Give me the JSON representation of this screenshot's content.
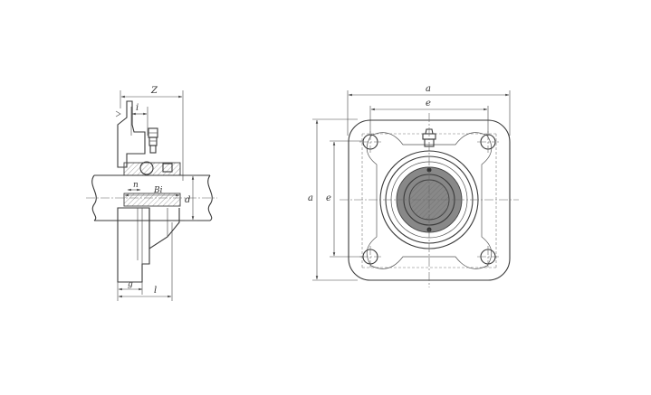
{
  "dimension_labels": {
    "z": "Z",
    "i": "i",
    "n": "n",
    "bi": "Bi",
    "d": "d",
    "g": "g",
    "l": "l",
    "a_top": "a",
    "e_top": "e",
    "a_side": "a",
    "e_side": "e"
  }
}
